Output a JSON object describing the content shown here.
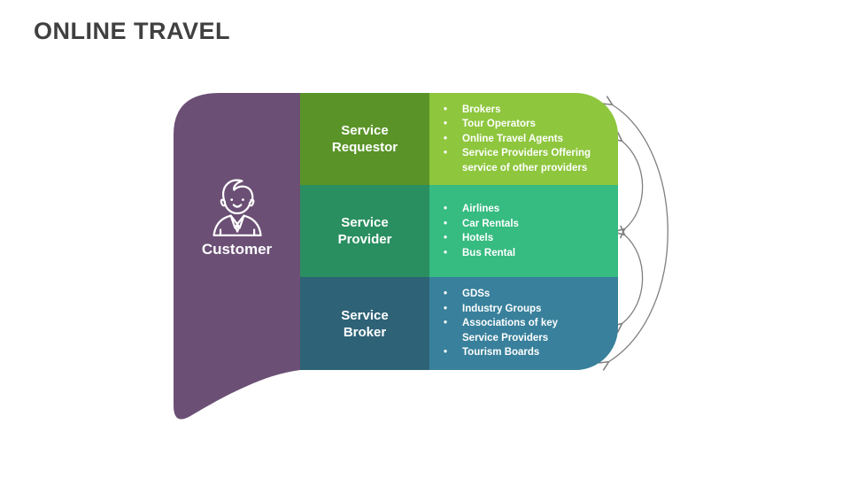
{
  "title": "ONLINE TRAVEL",
  "colors": {
    "title": "#404040",
    "purple": "#6B4F75",
    "row1_label_bg": "#5A9428",
    "row1_content_bg": "#8EC63D",
    "row2_label_bg": "#2A8F60",
    "row2_content_bg": "#36BB81",
    "row3_label_bg": "#2E6276",
    "row3_content_bg": "#38809B",
    "arrow": "#7F7F7F",
    "text_on_color": "#FFFFFF"
  },
  "customer": {
    "label": "Customer",
    "icon": "person-icon"
  },
  "rows": [
    {
      "label": "Service Requestor",
      "items": [
        "Brokers",
        "Tour Operators",
        "Online Travel Agents",
        "Service Providers Offering\nservice of other providers"
      ]
    },
    {
      "label": "Service Provider",
      "items": [
        "Airlines",
        "Car Rentals",
        "Hotels",
        "Bus Rental"
      ]
    },
    {
      "label": "Service Broker",
      "items": [
        "GDSs",
        "Industry Groups",
        "Associations of key\nService Providers",
        "Tourism Boards"
      ]
    }
  ]
}
